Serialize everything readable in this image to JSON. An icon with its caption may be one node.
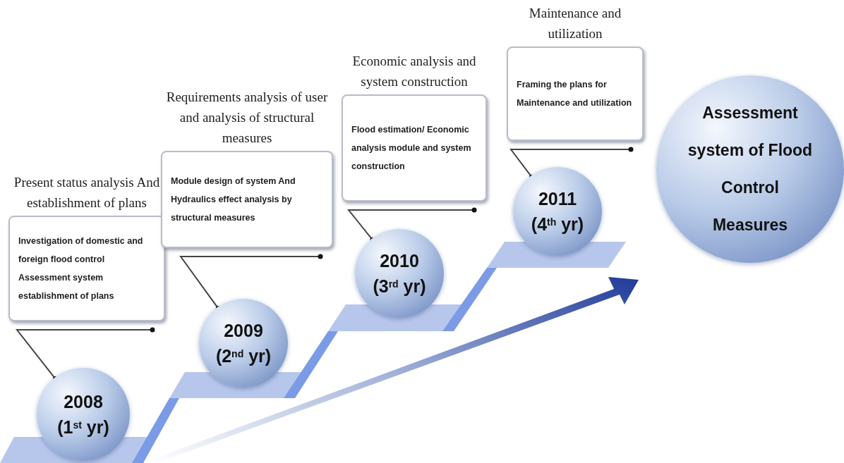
{
  "diagram": {
    "nodes": [
      {
        "text": [
          "Present status analysis And establishment of plans",
          "Investigation of domestic and foreign flood control Assessment system establishment of plans"
        ]
      },
      {
        "text": [
          "2008",
          "(1$^{st}$ yr)"
        ]
      },
      {
        "text": [
          "Requirements analysis of user and analysis of structural measures",
          "Module design of system And Hydraulics effect analysis by structural measures"
        ]
      },
      {
        "text": [
          "2009",
          "(2$^{nd}$ yr)"
        ]
      },
      {
        "text": [
          "Economic analysis and system construction",
          "Flood estimation/ Economic analysis module and system construction"
        ]
      },
      {
        "text": [
          "2010",
          "(3$^{rd}$ yr)"
        ]
      },
      {
        "text": [
          "Maintenance and utilization",
          "Framing the plans for Maintenance and utilization"
        ]
      },
      {
        "text": [
          "2011",
          "(4$^{th}$ yr)"
        ]
      },
      {
        "text": [
          "Assessment system of Flood Control Measures"
        ]
      }
    ],
    "edges": [
      {
        "from": 0,
        "to": 1,
        "arrow": "other"
      },
      {
        "from": 2,
        "to": 3,
        "arrow": "other"
      },
      {
        "from": 4,
        "to": 5,
        "arrow": "other"
      },
      {
        "from": 6,
        "to": 7,
        "arrow": "other"
      }
    ]
  }
}
